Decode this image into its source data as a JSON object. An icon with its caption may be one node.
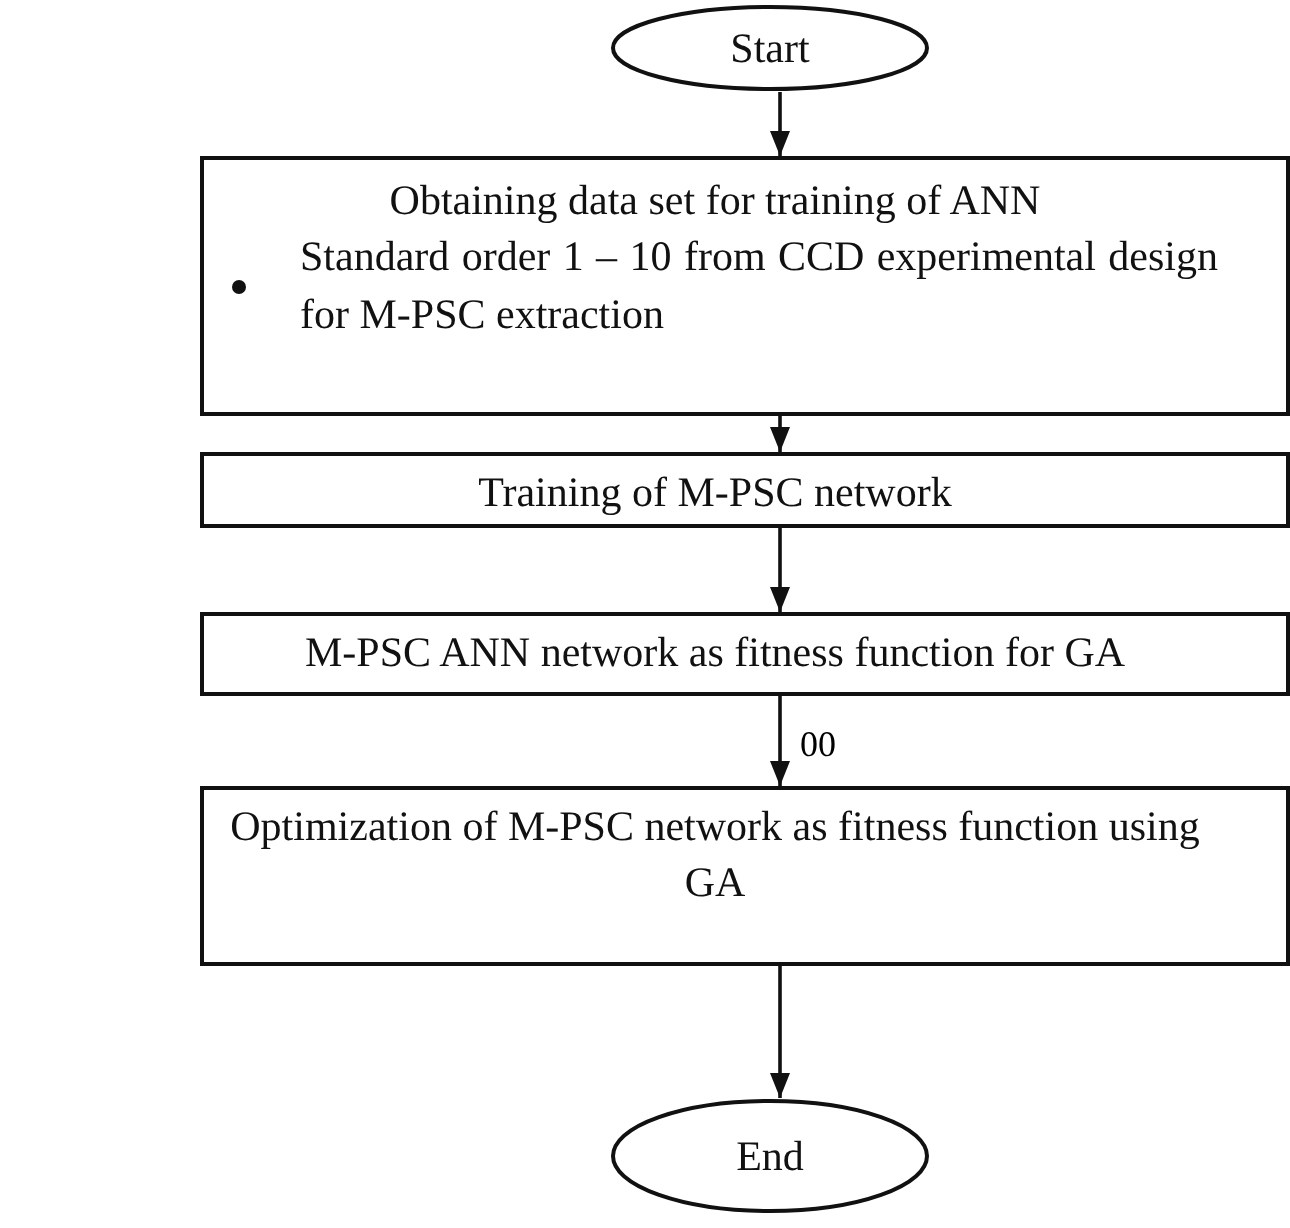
{
  "diagram": {
    "nodes": [
      {
        "text": [
          "Start"
        ]
      },
      {
        "text": [
          "Obtaining data set for training of ANN",
          "Standard order 1 – 10 from CCD experimental design for M-PSC extraction"
        ]
      },
      {
        "text": [
          "Training of M-PSC network"
        ]
      },
      {
        "text": [
          "M-PSC ANN network as fitness function for GA"
        ]
      },
      {
        "text": [
          "Optimization of M-PSC network as fitness function using GA"
        ]
      },
      {
        "text": [
          "End"
        ]
      }
    ],
    "edges": [
      {
        "from": 0,
        "to": 1,
        "arrow": "to"
      },
      {
        "from": 1,
        "to": 2,
        "arrow": "to"
      },
      {
        "from": 2,
        "to": 3,
        "arrow": "to"
      },
      {
        "from": 3,
        "to": 4,
        "arrow": "to"
      },
      {
        "from": 4,
        "to": 5,
        "arrow": "to"
      }
    ],
    "labels": [
      "00"
    ]
  }
}
